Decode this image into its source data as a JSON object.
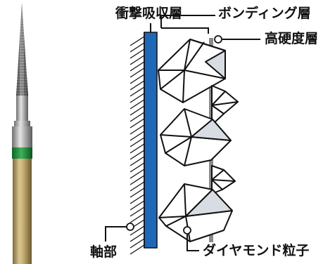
{
  "labels": {
    "shock_absorbing_layer": "衝撃吸収層",
    "bonding_layer": "ボンディング層",
    "hard_layer": "高硬度層",
    "shaft": "軸部",
    "diamond_particle": "ダイヤモンド粒子"
  },
  "icons": {
    "bur": "diamond-bur-icon",
    "diamond": "diamond-crystal-icon"
  },
  "colors": {
    "shock_layer": "#1f68b8",
    "hard_layer": "#8a8a8a",
    "bur_band": "#1d8f3a",
    "bur_shank": "#b9a063",
    "text": "#111111"
  }
}
